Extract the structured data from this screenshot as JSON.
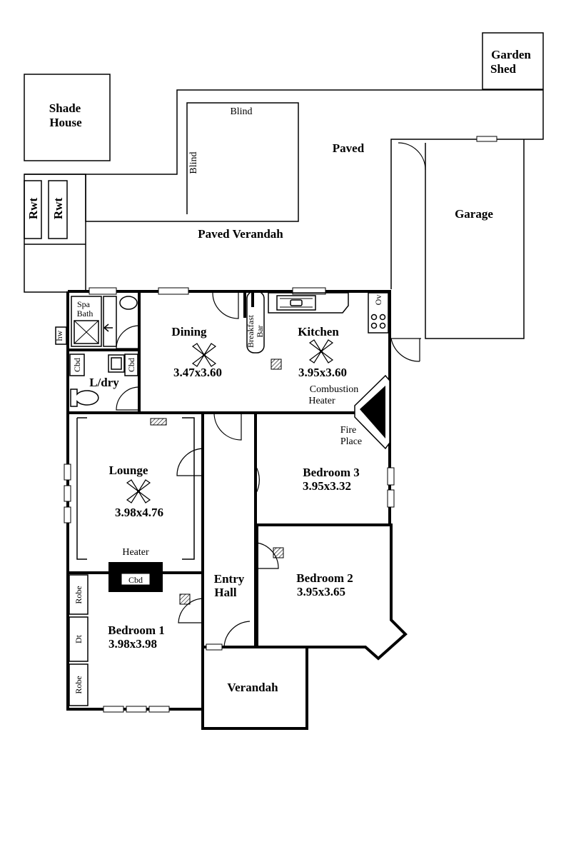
{
  "rooms": {
    "garden_shed": [
      "Garden",
      "Shed"
    ],
    "shade_house": [
      "Shade",
      "House"
    ],
    "paved": "Paved",
    "garage": "Garage",
    "paved_verandah": "Paved Verandah",
    "blind_top": "Blind",
    "blind_side": "Blind",
    "rwt_1": "Rwt",
    "rwt_2": "Rwt",
    "spa_bath": [
      "Spa",
      "Bath"
    ],
    "hw": "hw",
    "cbd_left": "Cbd",
    "cbd_right": "Cbd",
    "ldry": "L/dry",
    "dining": {
      "name": "Dining",
      "size": "3.47x3.60"
    },
    "breakfast_bar": [
      "Breakfast",
      "Bar"
    ],
    "kitchen": {
      "name": "Kitchen",
      "size": "3.95x3.60"
    },
    "ov": "Ov",
    "combustion_heater": [
      "Combustion",
      "Heater"
    ],
    "fire_place": [
      "Fire",
      "Place"
    ],
    "lounge": {
      "name": "Lounge",
      "size": "3.98x4.76"
    },
    "heater": "Heater",
    "cbd_lounge": "Cbd",
    "bedroom_3": {
      "name": "Bedroom 3",
      "size": "3.95x3.32"
    },
    "bedroom_2": {
      "name": "Bedroom 2",
      "size": "3.95x3.65"
    },
    "entry_hall": [
      "Entry",
      "Hall"
    ],
    "bedroom_1": {
      "name": "Bedroom 1",
      "size": "3.98x3.98"
    },
    "robe_top": "Robe",
    "dt": "Dt",
    "robe_bottom": "Robe",
    "verandah": "Verandah"
  }
}
